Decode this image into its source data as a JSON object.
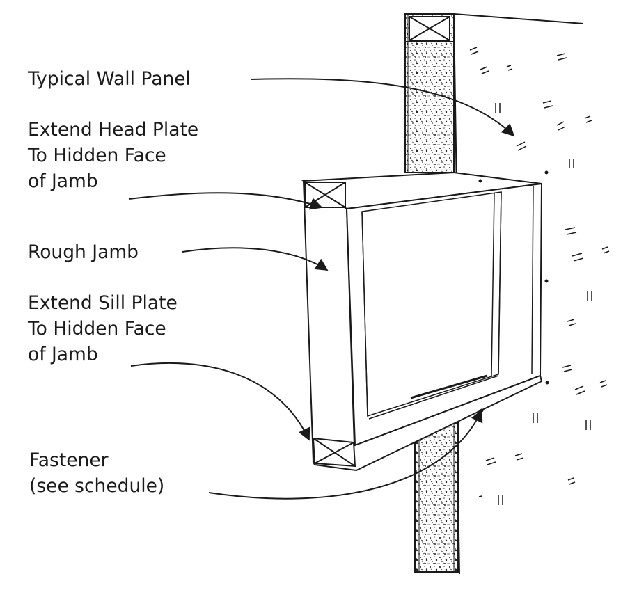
{
  "diagram": {
    "labels": {
      "wall_panel": [
        "Typical Wall Panel"
      ],
      "head_plate": [
        "Extend Head Plate",
        "To Hidden Face",
        "of Jamb"
      ],
      "rough_jamb": [
        "Rough Jamb"
      ],
      "sill_plate": [
        "Extend Sill Plate",
        "To Hidden Face",
        "of Jamb"
      ],
      "fastener": [
        "Fastener",
        "(see schedule)"
      ]
    },
    "colors": {
      "line": "#1a1a1a",
      "background": "#ffffff"
    }
  }
}
